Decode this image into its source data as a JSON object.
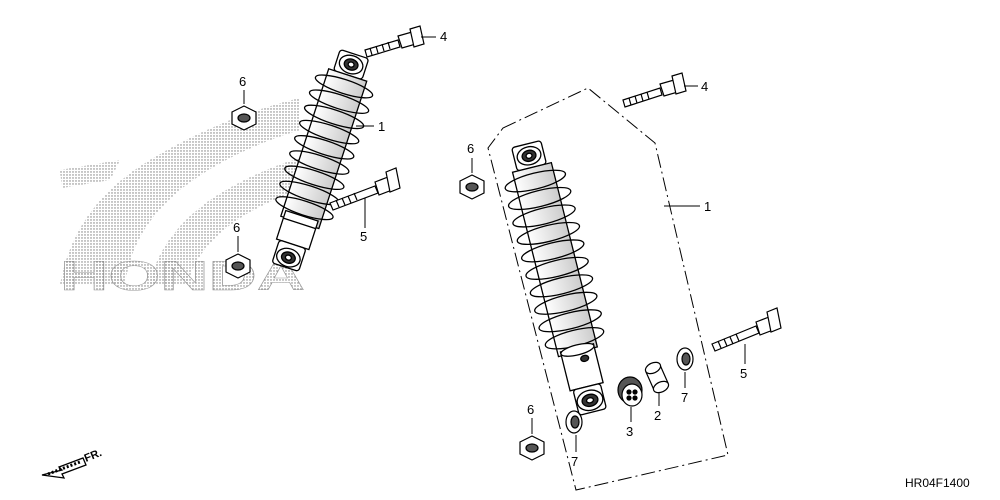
{
  "diagram": {
    "watermark": "HONDA",
    "direction_label": "FR.",
    "diagram_code": "HR04F1400",
    "callouts": {
      "left_bolt_top": "4",
      "left_damper": "1",
      "left_nut_upper": "6",
      "left_nut_lower": "6",
      "left_bolt_lower": "5",
      "right_bolt_top": "4",
      "right_assembly": "1",
      "right_nut_upper": "6",
      "right_bolt_lower": "5",
      "right_washer_a": "7",
      "right_collar": "2",
      "right_bushing": "3",
      "right_washer_b": "7",
      "right_nut_lower": "6"
    }
  }
}
